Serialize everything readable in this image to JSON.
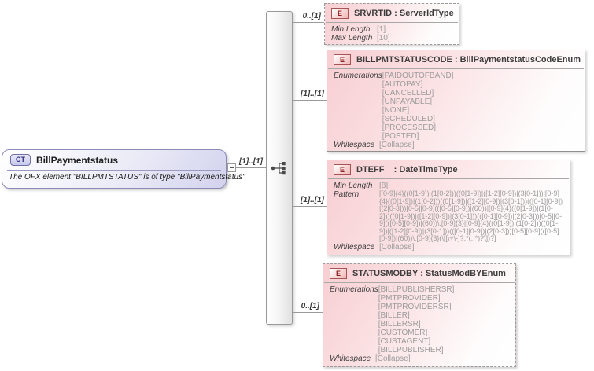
{
  "root": {
    "badge": "CT",
    "title": "BillPaymentstatus",
    "annotation": "The OFX element \"BILLPMTSTATUS\" is of type \"BillPaymentstatus\"",
    "cardinality_to_sequence": "[1]..[1]"
  },
  "compositor": {
    "type": "sequence"
  },
  "elements": [
    {
      "badge": "E",
      "title": "SRVRTID : ServerIdType",
      "cardinality": "0..[1]",
      "border": "dashed",
      "facets": [
        {
          "label": "Min Length",
          "values": [
            "[1]"
          ]
        },
        {
          "label": "Max Length",
          "values": [
            "[10]"
          ]
        }
      ]
    },
    {
      "badge": "E",
      "title": "BILLPMTSTATUSCODE : BillPaymentstatusCodeEnum",
      "cardinality": "[1]..[1]",
      "border": "solid",
      "facets": [
        {
          "label": "Enumerations",
          "values": [
            "[PAIDOUTOFBAND]",
            "[AUTOPAY]",
            "[CANCELLED]",
            "[UNPAYABLE]",
            "[NONE]",
            "[SCHEDULED]",
            "[PROCESSED]",
            "[POSTED]"
          ]
        },
        {
          "label": "Whitespace",
          "values": [
            "[Collapse]"
          ]
        }
      ]
    },
    {
      "badge": "E",
      "title": "DTEFF    : DateTimeType",
      "cardinality": "[1]..[1]",
      "border": "solid",
      "facets": [
        {
          "label": "Min Length",
          "values": [
            "[8]"
          ]
        },
        {
          "label": "Pattern",
          "wrap": true,
          "values": [
            "[[0-9]{4}((0[1-9])|(1[0-2]))((0[1-9])|([1-2][0-9])|(3[0-1]))|[0-9]{4}((0[1-9])|(1[0-2]))((0[1-9])|([1-2][0-9])|(3[0-1]))(([0-1][0-9])|(2[0-3]))[0-5][0-9](([0-5][0-9])|(60))|[0-9]{4}((0[1-9])|(1[0-2]))((0[1-9])|([1-2][0-9])|(3[0-1]))(([0-1][0-9])|(2[0-3]))[0-5][0-9](([0-5][0-9])|(60))\\.[0-9]{3}|[0-9]{4}((0[1-9])|(1[0-2]))((0[1-9])|([1-2][0-9])|(3[0-1]))(([0-1][0-9])|(2[0-3]))[0-5][0-9](([0-5][0-9])|(60))\\.[0-9]{3}(\\[[\\+\\-]?.*(:.*)?\\])?]"
          ]
        },
        {
          "label": "Whitespace",
          "values": [
            "[Collapse]"
          ]
        }
      ]
    },
    {
      "badge": "E",
      "title": "STATUSMODBY : StatusModBYEnum",
      "cardinality": "0..[1]",
      "border": "dashed",
      "facets": [
        {
          "label": "Enumerations",
          "values": [
            "[BILLPUBLISHERSR]",
            "[PMTPROVIDER]",
            "[PMTPROVIDERSR]",
            "[BILLER]",
            "[BILLERSR]",
            "[CUSTOMER]",
            "[CUSTAGENT]",
            "[BILLPUBLISHER]"
          ]
        },
        {
          "label": "Whitespace",
          "values": [
            "[Collapse]"
          ]
        }
      ]
    }
  ],
  "colors": {
    "element_pink": "#f7ced2",
    "complex_lavender": "#d2d2ee",
    "badge_red_border": "#a85454",
    "badge_blue_border": "#7070a8",
    "connector_gray": "#9a9a9a"
  }
}
